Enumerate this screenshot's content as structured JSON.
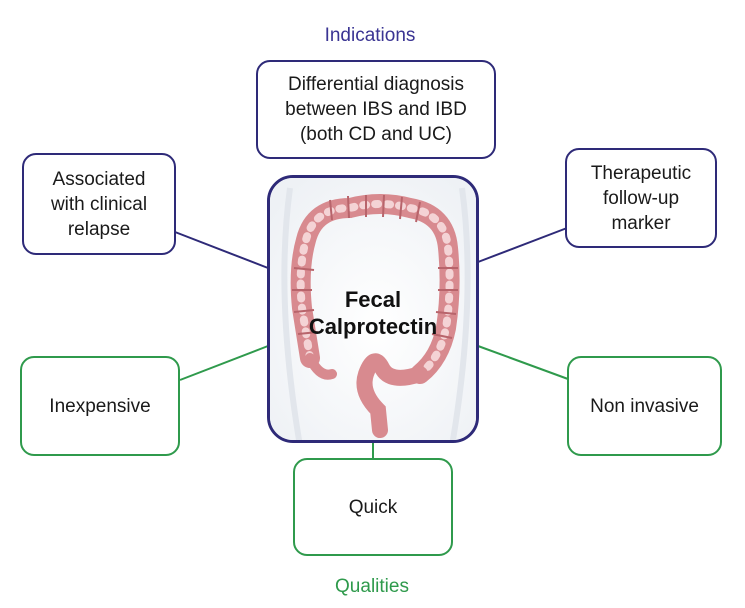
{
  "captions": {
    "indications": "Indications",
    "qualities": "Qualities"
  },
  "center": {
    "line1": "Fecal",
    "line2": "Calprotectin",
    "icon": "colon-illustration"
  },
  "indications": {
    "differential": "Differential diagnosis\nbetween IBS and IBD\n(both CD and UC)",
    "relapse": "Associated\nwith clinical\nrelapse",
    "followup": "Therapeutic\nfollow-up\nmarker"
  },
  "qualities": {
    "inexpensive": "Inexpensive",
    "quick": "Quick",
    "noninvasive": "Non invasive"
  },
  "colors": {
    "indications": "#2e2a78",
    "qualities": "#2f9a4c",
    "colon": "#d88a8f"
  }
}
